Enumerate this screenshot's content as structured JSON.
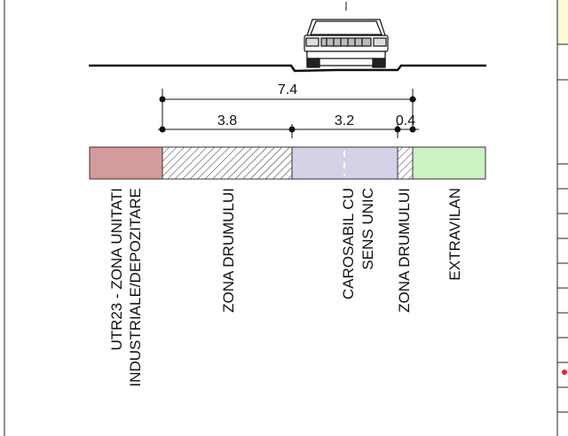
{
  "section": {
    "dimensions": {
      "total": "7.4",
      "zone_left": "3.8",
      "carriageway": "3.2",
      "zone_right": "0.4"
    },
    "zones": [
      {
        "label_lines": [
          "UTR23 - ZONA UNITATI",
          "INDUSTRIALE/DEPOZITARE"
        ],
        "color": "#d49b9b"
      },
      {
        "label_lines": [
          "ZONA DRUMULUI"
        ],
        "color": "hatch"
      },
      {
        "label_lines": [
          "CAROSABIL CU",
          "SENS UNIC"
        ],
        "color": "#d6d1e6"
      },
      {
        "label_lines": [
          "ZONA DRUMULUI"
        ],
        "color": "hatch"
      },
      {
        "label_lines": [
          "EXTRAVILAN"
        ],
        "color": "#ccf2c4"
      }
    ]
  },
  "colors": {
    "line": "#111111",
    "highlight_strip": "#fdfbd8",
    "accent_dot": "#e0282d"
  },
  "icons": [
    "car-front-icon"
  ]
}
